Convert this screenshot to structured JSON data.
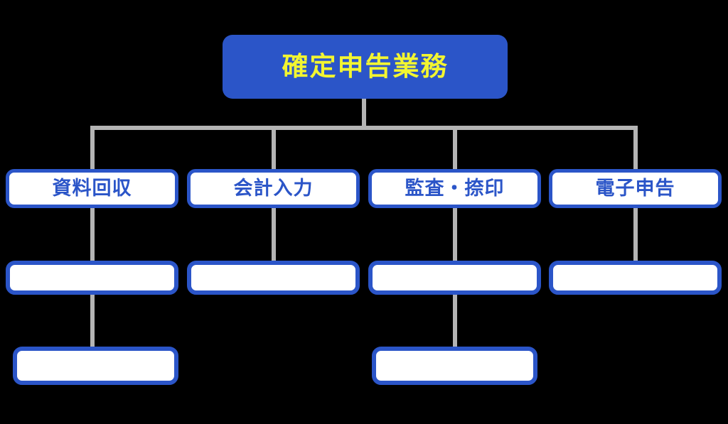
{
  "diagram": {
    "type": "org-chart",
    "background_color": "#000000",
    "accent_color": "#2b55c8",
    "root_text_color": "#f2f531",
    "connector_color": "#b4b4b4",
    "root": {
      "label": "確定申告業務"
    },
    "columns": [
      {
        "level2": {
          "label": "資料回収"
        },
        "level3": {
          "label": ""
        },
        "level4": {
          "label": ""
        }
      },
      {
        "level2": {
          "label": "会計入力"
        },
        "level3": {
          "label": ""
        },
        "level4": null
      },
      {
        "level2": {
          "label": "監査・捺印"
        },
        "level3": {
          "label": ""
        },
        "level4": {
          "label": ""
        }
      },
      {
        "level2": {
          "label": "電子申告"
        },
        "level3": {
          "label": ""
        },
        "level4": null
      }
    ]
  }
}
